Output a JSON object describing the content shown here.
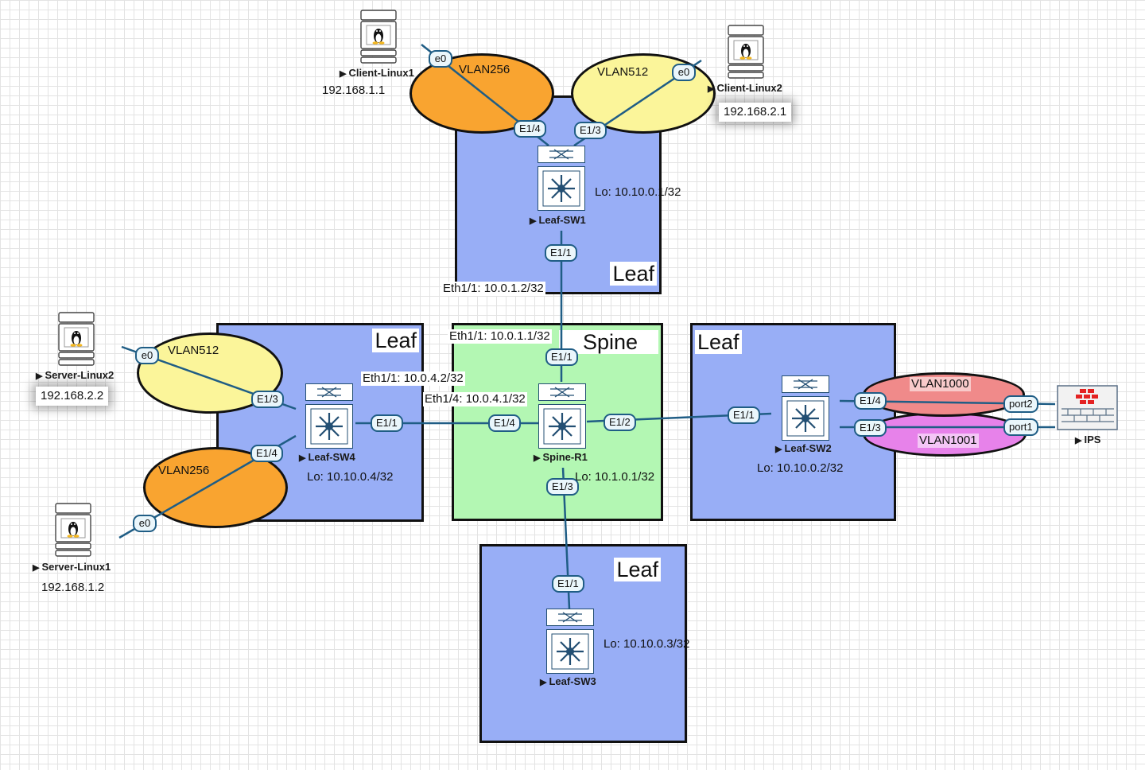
{
  "zones": {
    "leaf_top": "Leaf",
    "leaf_left": "Leaf",
    "spine": "Spine",
    "leaf_right": "Leaf",
    "leaf_bottom": "Leaf"
  },
  "vlans": {
    "top_orange": "VLAN256",
    "top_yellow": "VLAN512",
    "left_yellow": "VLAN512",
    "left_orange": "VLAN256",
    "right_red": "VLAN1000",
    "right_purple": "VLAN1001"
  },
  "nodes": {
    "leaf_sw1": {
      "name": "Leaf-SW1",
      "loopback": "Lo: 10.10.0.1/32"
    },
    "leaf_sw2": {
      "name": "Leaf-SW2",
      "loopback": "Lo: 10.10.0.2/32"
    },
    "leaf_sw3": {
      "name": "Leaf-SW3",
      "loopback": "Lo: 10.10.0.3/32"
    },
    "leaf_sw4": {
      "name": "Leaf-SW4",
      "loopback": "Lo: 10.10.0.4/32"
    },
    "spine_r1": {
      "name": "Spine-R1",
      "loopback": "Lo: 10.1.0.1/32"
    },
    "client_linux1": {
      "name": "Client-Linux1",
      "ip": "192.168.1.1"
    },
    "client_linux2": {
      "name": "Client-Linux2",
      "ip": "192.168.2.1"
    },
    "server_linux1": {
      "name": "Server-Linux1",
      "ip": "192.168.1.2"
    },
    "server_linux2": {
      "name": "Server-Linux2",
      "ip": "192.168.2.2"
    },
    "ips": {
      "name": "IPS"
    }
  },
  "ports": {
    "cl1_e0": "e0",
    "cl2_e0": "e0",
    "sl2_e0": "e0",
    "sl1_e0": "e0",
    "sw1_e14": "E1/4",
    "sw1_e13": "E1/3",
    "sw1_e11": "E1/1",
    "sw4_e13": "E1/3",
    "sw4_e14": "E1/4",
    "sw4_e11": "E1/1",
    "r1_e11": "E1/1",
    "r1_e14": "E1/4",
    "r1_e12": "E1/2",
    "r1_e13": "E1/3",
    "sw2_e11": "E1/1",
    "sw2_e14": "E1/4",
    "sw2_e13": "E1/3",
    "sw3_e11": "E1/1",
    "ips_port2": "port2",
    "ips_port1": "port1"
  },
  "link_addresses": {
    "sw1_eth11": "Eth1/1: 10.0.1.2/32",
    "r1_eth11": "Eth1/1: 10.0.1.1/32",
    "sw4_eth11": "Eth1/1: 10.0.4.2/32",
    "r1_eth14": "Eth1/4: 10.0.4.1/32"
  },
  "colors": {
    "leaf_zone": "#98aef6",
    "spine_zone": "#b3f7b3",
    "vlan_yellow": "#fbf59a",
    "vlan_orange": "#f9a430",
    "vlan_red": "#f08a8a",
    "vlan_purple": "#e782ea",
    "link": "#1f5d85",
    "ips_red": "#e42222"
  },
  "icons": {
    "switch": "nexus-switch-icon",
    "host": "linux-host-icon",
    "ips": "firewall-icon"
  }
}
